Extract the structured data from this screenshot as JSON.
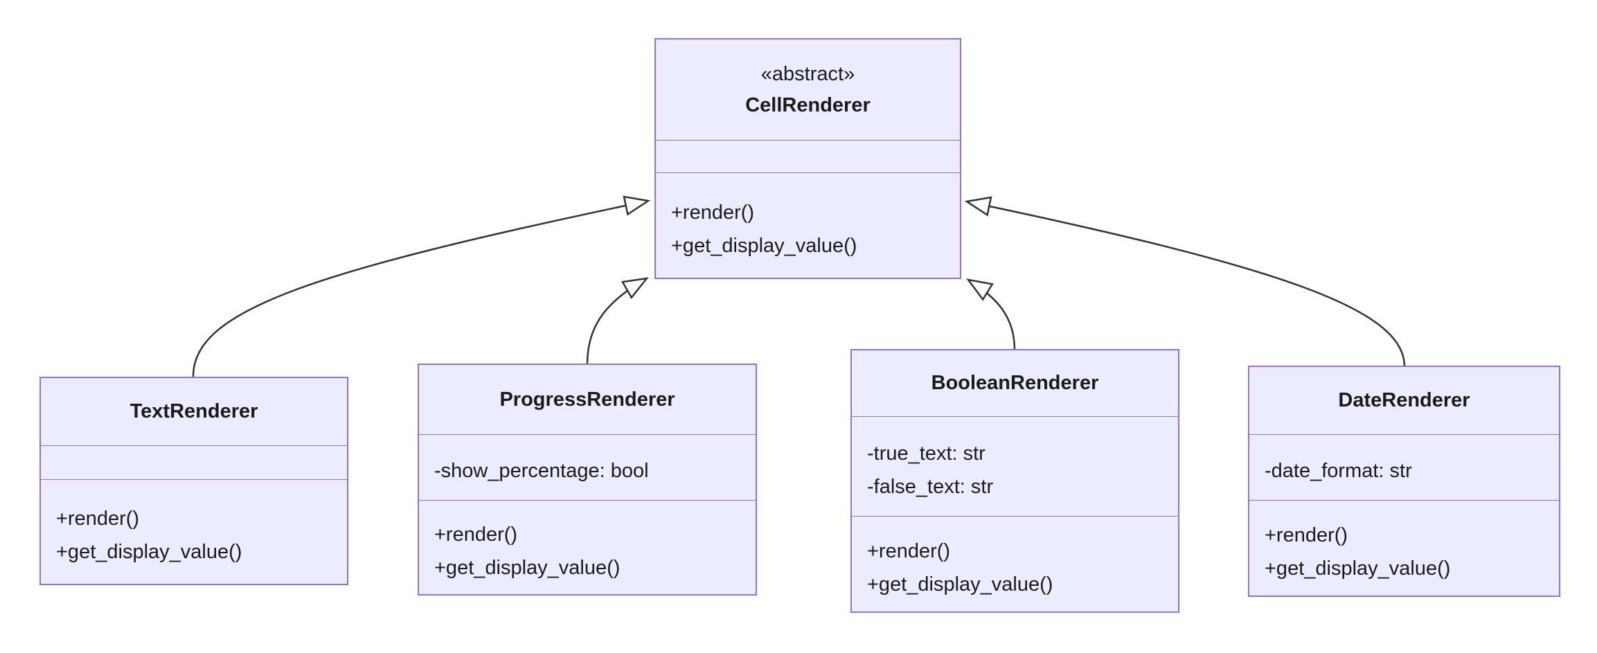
{
  "diagram": {
    "type": "uml-class-diagram",
    "background": "#ffffff",
    "colors": {
      "class_fill": "#ECECFF",
      "class_border": "#9370DB",
      "relation_line": "#333333",
      "arrowhead_fill": "#ffffff",
      "text": "#1a1a1a"
    },
    "classes": [
      {
        "name": "CellRenderer",
        "stereotype": "«abstract»",
        "attributes": [],
        "methods": [
          "+render()",
          "+get_display_value()"
        ]
      },
      {
        "name": "TextRenderer",
        "attributes": [],
        "methods": [
          "+render()",
          "+get_display_value()"
        ]
      },
      {
        "name": "ProgressRenderer",
        "attributes": [
          "-show_percentage: bool"
        ],
        "methods": [
          "+render()",
          "+get_display_value()"
        ]
      },
      {
        "name": "BooleanRenderer",
        "attributes": [
          "-true_text: str",
          "-false_text: str"
        ],
        "methods": [
          "+render()",
          "+get_display_value()"
        ]
      },
      {
        "name": "DateRenderer",
        "attributes": [
          "-date_format: str"
        ],
        "methods": [
          "+render()",
          "+get_display_value()"
        ]
      }
    ],
    "relations": [
      {
        "from": "TextRenderer",
        "to": "CellRenderer",
        "type": "inheritance"
      },
      {
        "from": "ProgressRenderer",
        "to": "CellRenderer",
        "type": "inheritance"
      },
      {
        "from": "BooleanRenderer",
        "to": "CellRenderer",
        "type": "inheritance"
      },
      {
        "from": "DateRenderer",
        "to": "CellRenderer",
        "type": "inheritance"
      }
    ]
  }
}
